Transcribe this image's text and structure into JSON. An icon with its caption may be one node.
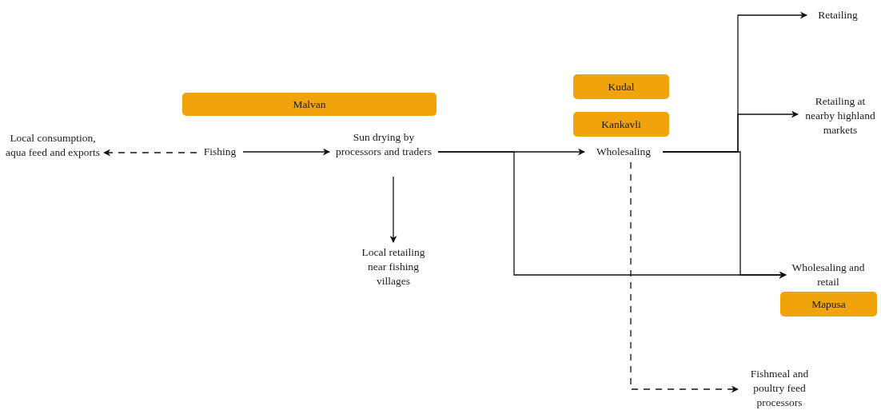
{
  "diagram": {
    "nodes": [
      {
        "text": [
          "Malvan"
        ]
      },
      {
        "text": [
          "Local consumption, aqua feed and exports"
        ]
      },
      {
        "text": [
          "Fishing"
        ]
      },
      {
        "text": [
          "Sun drying by processors and traders"
        ]
      },
      {
        "text": [
          "Local retailing near fishing villages"
        ]
      },
      {
        "text": [
          "Kudal"
        ]
      },
      {
        "text": [
          "Kankavli"
        ]
      },
      {
        "text": [
          "Wholesaling"
        ]
      },
      {
        "text": [
          "Retailing"
        ]
      },
      {
        "text": [
          "Retailing at nearby highland markets"
        ]
      },
      {
        "text": [
          "Wholesaling and retail"
        ]
      },
      {
        "text": [
          "Mapusa"
        ]
      },
      {
        "text": [
          "Fishmeal and poultry feed processors"
        ]
      }
    ],
    "edges": [
      {
        "from": 2,
        "to": 1,
        "arrow": "to",
        "style": "dashed"
      },
      {
        "from": 2,
        "to": 3,
        "arrow": "to"
      },
      {
        "from": 3,
        "to": 4,
        "arrow": "to"
      },
      {
        "from": 3,
        "to": 7,
        "arrow": "to"
      },
      {
        "from": 3,
        "to": 10,
        "arrow": "to"
      },
      {
        "from": 7,
        "to": 8,
        "arrow": "to"
      },
      {
        "from": 7,
        "to": 9,
        "arrow": "to"
      },
      {
        "from": 7,
        "to": 10,
        "arrow": "to"
      },
      {
        "from": 7,
        "to": 12,
        "arrow": "to",
        "style": "dashed"
      }
    ]
  }
}
